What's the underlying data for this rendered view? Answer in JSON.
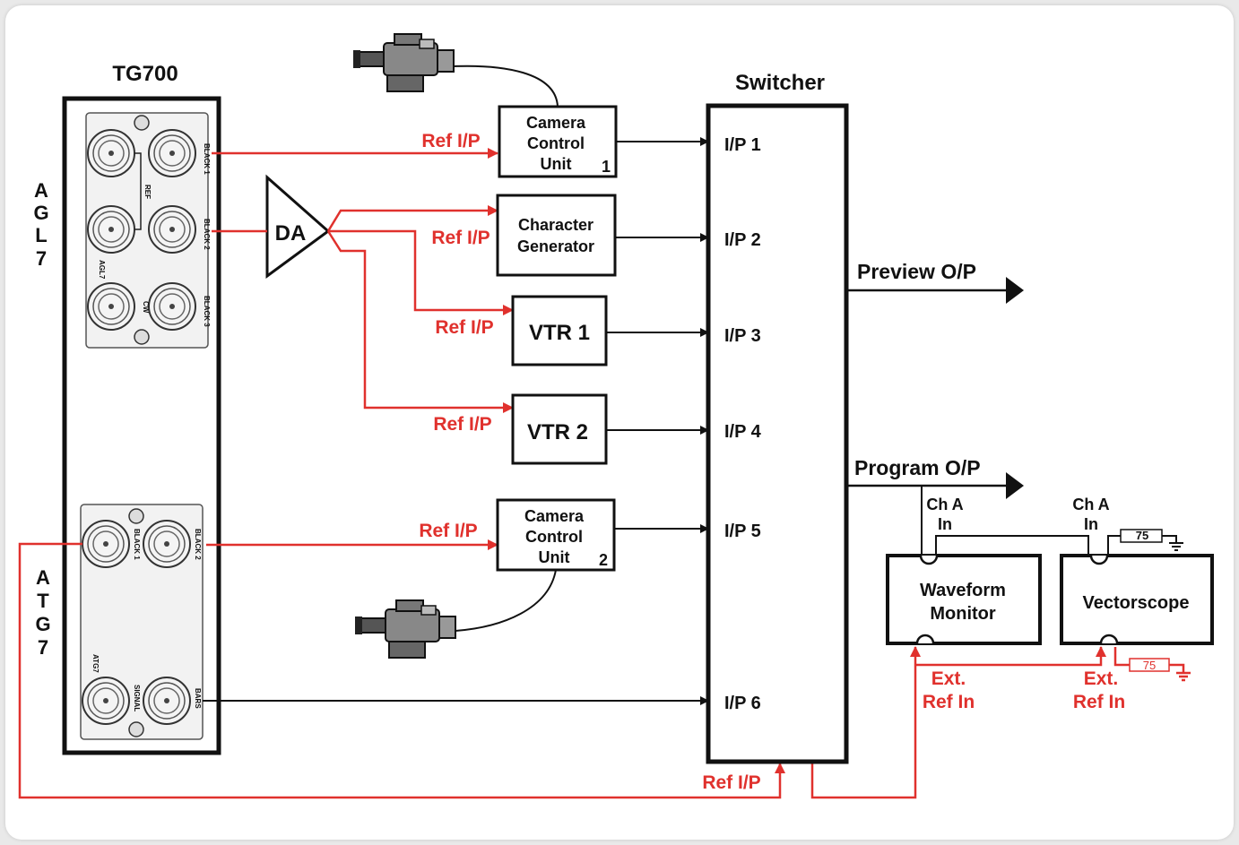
{
  "tg700": {
    "title": "TG700",
    "agl7_side": [
      "A",
      "G",
      "L",
      "7"
    ],
    "atg7_side": [
      "A",
      "T",
      "G",
      "7"
    ],
    "agl7_module_label": "AGL7",
    "atg7_module_label": "ATG7",
    "agl7_port_labels": [
      "BLACK 1",
      "BLACK 2",
      "BLACK 3",
      "REF",
      "CW"
    ],
    "atg7_port_labels": [
      "BLACK 1",
      "BLACK 2",
      "SIGNAL",
      "BARS"
    ]
  },
  "da": {
    "label": "DA"
  },
  "devices": {
    "ccu1": [
      "Camera",
      "Control",
      "Unit"
    ],
    "ccu1_num": "1",
    "chargen": [
      "Character",
      "Generator"
    ],
    "vtr1": "VTR 1",
    "vtr2": "VTR 2",
    "ccu2": [
      "Camera",
      "Control",
      "Unit"
    ],
    "ccu2_num": "2"
  },
  "ref_ip": "Ref I/P",
  "switcher": {
    "title": "Switcher",
    "inputs": [
      "I/P 1",
      "I/P 2",
      "I/P 3",
      "I/P 4",
      "I/P 5",
      "I/P 6"
    ],
    "preview": "Preview O/P",
    "program": "Program O/P"
  },
  "monitors": {
    "waveform": [
      "Waveform",
      "Monitor"
    ],
    "vectorscope": "Vectorscope",
    "cha": [
      "Ch A",
      "In"
    ],
    "ext": [
      "Ext.",
      "Ref In"
    ],
    "term": "75"
  },
  "colors": {
    "signal": "#111111",
    "reference": "#e0312d"
  }
}
